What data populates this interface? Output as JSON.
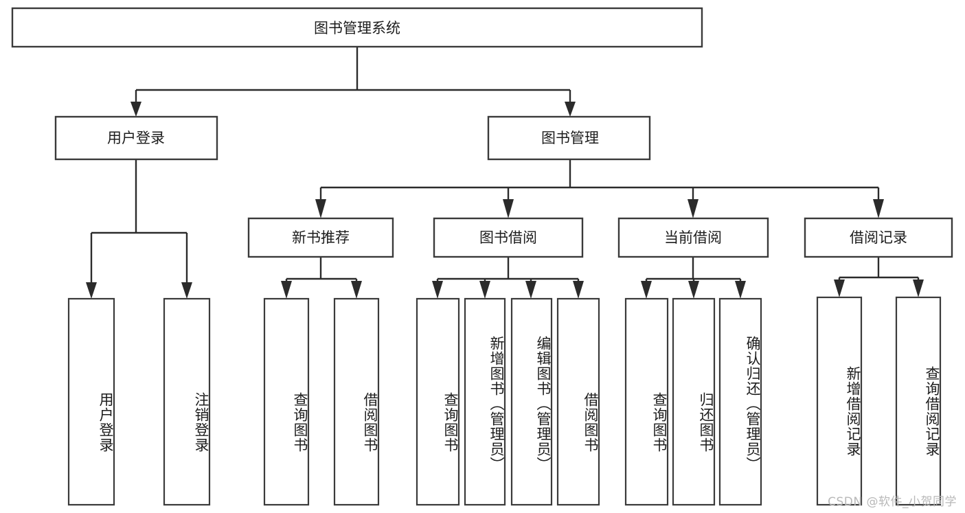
{
  "diagram": {
    "type": "tree-hierarchy",
    "title": "图书管理系统",
    "orientation": "top-down",
    "colors": {
      "box_stroke": "#3a3a3a",
      "box_fill": "#ffffff",
      "edge": "#2b2b2b",
      "text": "#1c1c1c",
      "background": "#ffffff",
      "watermark": "#b8b8b8"
    },
    "root": {
      "label": "图书管理系统"
    },
    "level2": [
      {
        "id": "user-login",
        "label": "用户登录"
      },
      {
        "id": "book-manage",
        "label": "图书管理"
      }
    ],
    "level3": [
      {
        "id": "new-book-recommend",
        "label": "新书推荐",
        "parent": "book-manage"
      },
      {
        "id": "book-borrow",
        "label": "图书借阅",
        "parent": "book-manage"
      },
      {
        "id": "current-borrow",
        "label": "当前借阅",
        "parent": "book-manage"
      },
      {
        "id": "borrow-record",
        "label": "借阅记录",
        "parent": "book-manage"
      }
    ],
    "leaves": {
      "user-login": [
        {
          "id": "leaf-user-login",
          "label": "用户登录"
        },
        {
          "id": "leaf-logout",
          "label": "注销登录"
        }
      ],
      "new-book-recommend": [
        {
          "id": "leaf-query-book-1",
          "label": "查询图书"
        },
        {
          "id": "leaf-borrow-book-1",
          "label": "借阅图书"
        }
      ],
      "book-borrow": [
        {
          "id": "leaf-query-book-2",
          "label": "查询图书"
        },
        {
          "id": "leaf-add-book",
          "label": "新增图书（管理员）"
        },
        {
          "id": "leaf-edit-book",
          "label": "编辑图书（管理员）"
        },
        {
          "id": "leaf-borrow-book-2",
          "label": "借阅图书"
        }
      ],
      "current-borrow": [
        {
          "id": "leaf-query-book-3",
          "label": "查询图书"
        },
        {
          "id": "leaf-return-book",
          "label": "归还图书"
        },
        {
          "id": "leaf-confirm-return",
          "label": "确认归还（管理员）"
        }
      ],
      "borrow-record": [
        {
          "id": "leaf-add-record",
          "label": "新增借阅记录"
        },
        {
          "id": "leaf-query-record",
          "label": "查询借阅记录"
        }
      ]
    }
  },
  "watermark": {
    "text": "CSDN @软件_小贺同学"
  }
}
